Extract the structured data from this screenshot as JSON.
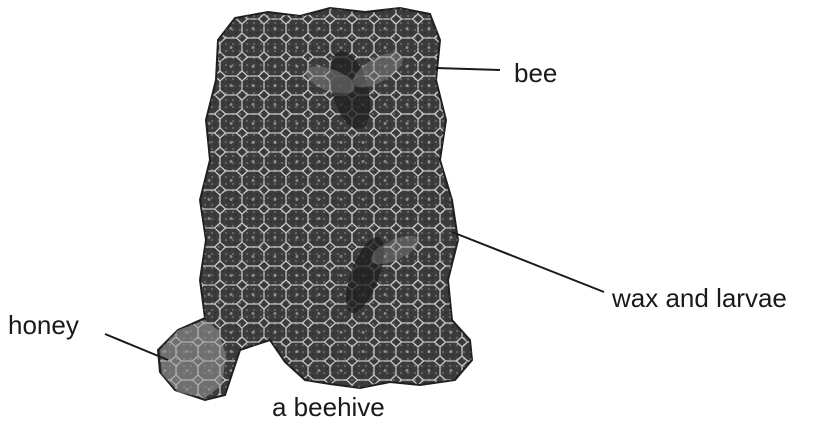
{
  "diagram": {
    "labels": {
      "bee": "bee",
      "wax": "wax and larvae",
      "honey": "honey"
    },
    "caption": "a beehive"
  },
  "colors": {
    "ink": "#1a1a1a",
    "comb_dark": "#3a3a3a",
    "cell_line": "#bdbdbd"
  }
}
